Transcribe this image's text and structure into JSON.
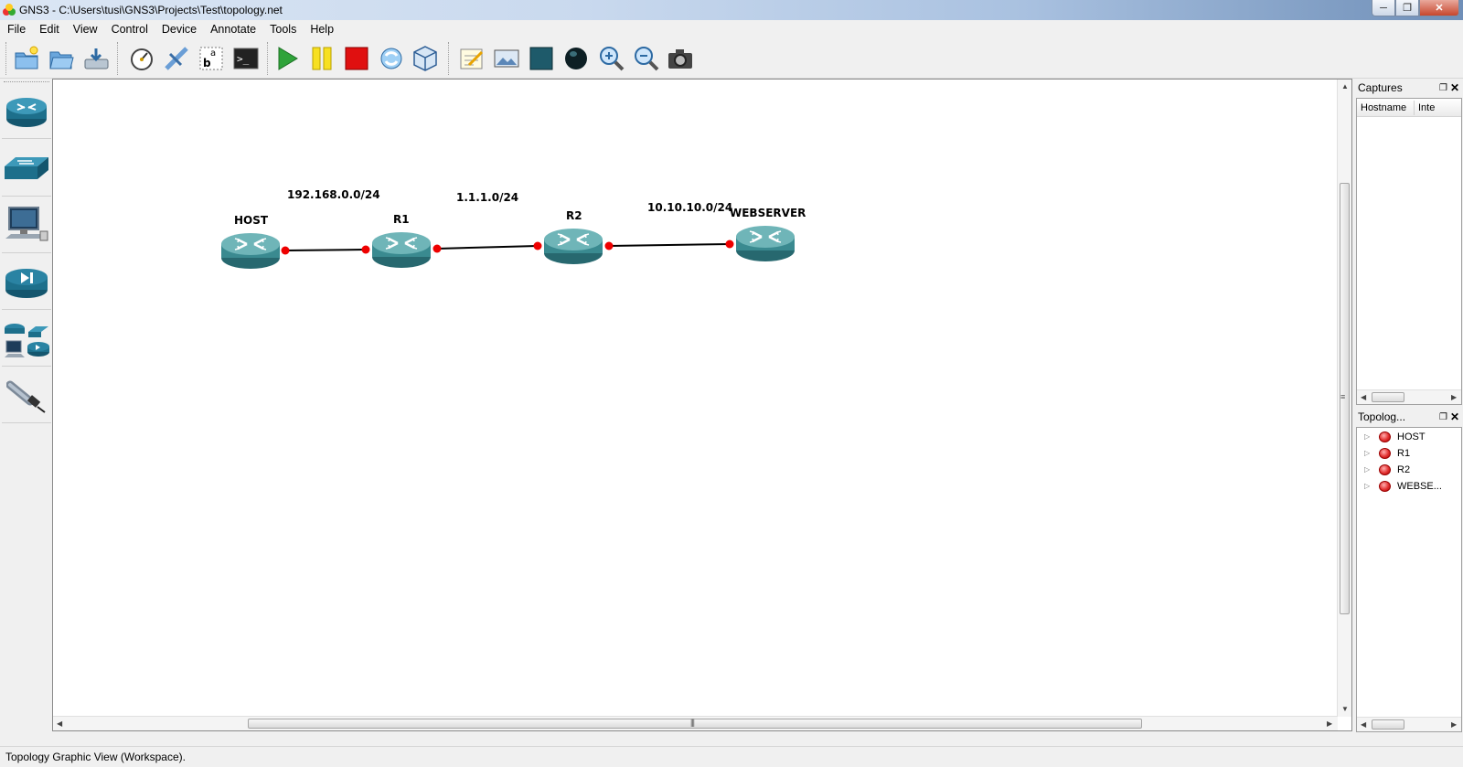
{
  "window": {
    "title": "GNS3 - C:\\Users\\tusi\\GNS3\\Projects\\Test\\topology.net"
  },
  "menu": [
    "File",
    "Edit",
    "View",
    "Control",
    "Device",
    "Annotate",
    "Tools",
    "Help"
  ],
  "toolbar": {
    "buttons": [
      {
        "icon": "new-project-icon"
      },
      {
        "icon": "open-project-icon"
      },
      {
        "icon": "save-project-icon"
      },
      {
        "icon": "snapshot-icon"
      },
      {
        "icon": "add-link-icon"
      },
      {
        "icon": "show-interface-labels-icon"
      },
      {
        "icon": "console-icon"
      },
      {
        "icon": "start-icon"
      },
      {
        "icon": "suspend-icon"
      },
      {
        "icon": "stop-icon"
      },
      {
        "icon": "reload-icon"
      },
      {
        "icon": "virtualbox-icon"
      },
      {
        "icon": "add-note-icon"
      },
      {
        "icon": "insert-picture-icon"
      },
      {
        "icon": "draw-rectangle-icon"
      },
      {
        "icon": "draw-ellipse-icon"
      },
      {
        "icon": "zoom-in-icon"
      },
      {
        "icon": "zoom-out-icon"
      },
      {
        "icon": "screenshot-icon"
      }
    ]
  },
  "device_dock": [
    "router-icon",
    "switch-icon",
    "end-device-icon",
    "security-device-icon",
    "all-devices-icon",
    "cable-icon"
  ],
  "topology": {
    "nodes": [
      {
        "id": "host",
        "label": "HOST"
      },
      {
        "id": "r1",
        "label": "R1"
      },
      {
        "id": "r2",
        "label": "R2"
      },
      {
        "id": "webserver",
        "label": "WEBSERVER"
      }
    ],
    "networks": [
      "192.168.0.0/24",
      "1.1.1.0/24",
      "10.10.10.0/24"
    ]
  },
  "captures_panel": {
    "title": "Captures",
    "columns": [
      "Hostname",
      "Inte"
    ]
  },
  "topology_panel": {
    "title": "Topolog...",
    "items": [
      "HOST",
      "R1",
      "R2",
      "WEBSE..."
    ],
    "status_color": "#e23030"
  },
  "statusbar": {
    "text": "Topology Graphic View (Workspace)."
  }
}
